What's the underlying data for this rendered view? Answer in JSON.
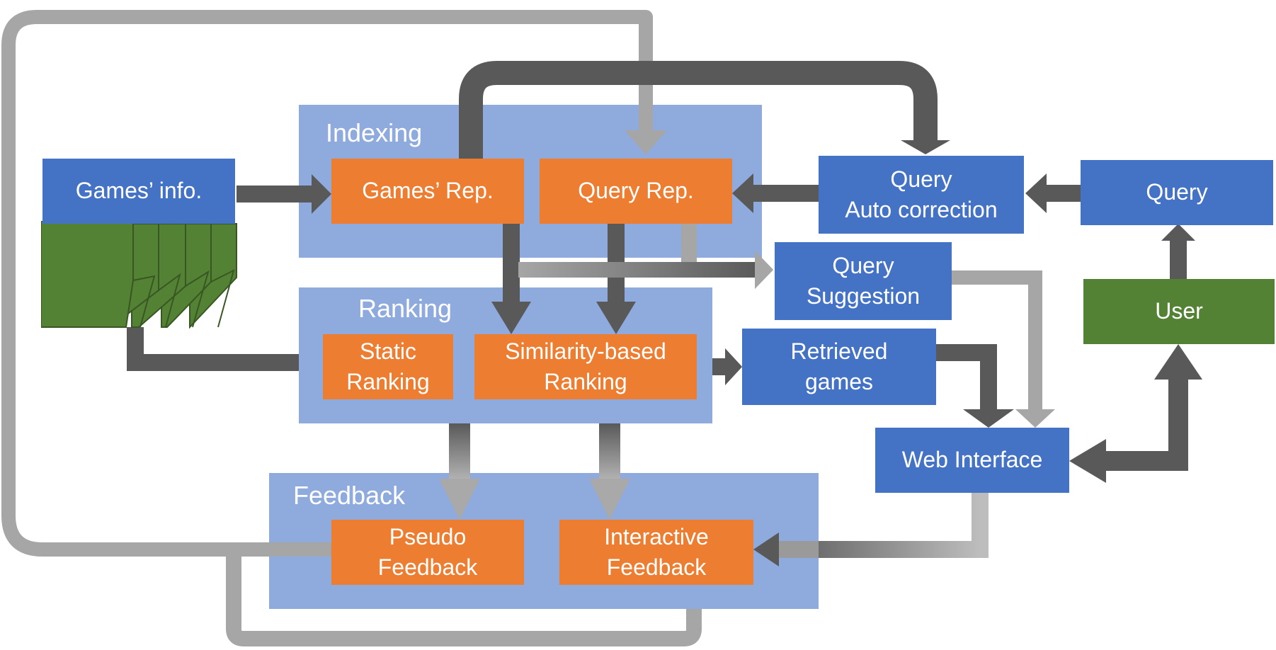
{
  "groups": {
    "indexing": "Indexing",
    "ranking": "Ranking",
    "feedback": "Feedback"
  },
  "nodes": {
    "games_info": "Games’ info.",
    "games_rep": "Games’ Rep.",
    "query_rep": "Query Rep.",
    "query_auto_correction": [
      "Query",
      "Auto correction"
    ],
    "query": "Query",
    "query_suggestion": [
      "Query",
      "Suggestion"
    ],
    "user": "User",
    "static_ranking": [
      "Static",
      "Ranking"
    ],
    "similarity_ranking": [
      "Similarity-based",
      "Ranking"
    ],
    "retrieved_games": [
      "Retrieved",
      "games"
    ],
    "web_interface": "Web Interface",
    "pseudo_feedback": [
      "Pseudo",
      "Feedback"
    ],
    "interactive_feedback": [
      "Interactive",
      "Feedback"
    ]
  },
  "colors": {
    "group_fill": "#8faadc",
    "process_orange": "#ed7d31",
    "io_blue": "#4472c4",
    "user_green": "#548235",
    "arrow_dark": "#595959",
    "arrow_light": "#a6a6a6"
  }
}
